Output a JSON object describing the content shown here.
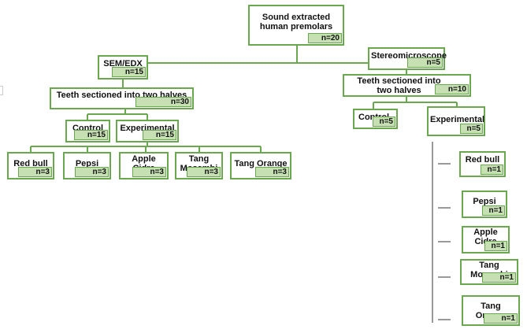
{
  "root": {
    "title": "Sound extracted human premolars",
    "n": "n=20"
  },
  "left": {
    "main": {
      "title": "SEM/EDX",
      "n": "n=15"
    },
    "sectioned": {
      "title": "Teeth sectioned into two halves",
      "n": "n=30"
    },
    "control": {
      "title": "Control",
      "n": "n=15"
    },
    "experimental": {
      "title": "Experimental",
      "n": "n=15"
    },
    "drinks": [
      {
        "title": "Red bull",
        "n": "n=3"
      },
      {
        "title": "Pepsi",
        "n": "n=3"
      },
      {
        "title": "Apple Cidra",
        "n": "n=3"
      },
      {
        "title": "Tang Mosambi",
        "n": "n=3"
      },
      {
        "title": "Tang Orange",
        "n": "n=3"
      }
    ]
  },
  "right": {
    "main": {
      "title": "Stereomicroscope",
      "n": "n=5"
    },
    "sectioned": {
      "title": "Teeth sectioned into two halves",
      "n": "n=10"
    },
    "control": {
      "title": "Control",
      "n": "n=5"
    },
    "experimental": {
      "title": "Experimental",
      "n": "n=5"
    },
    "drinks": [
      {
        "title": "Red bull",
        "n": "n=1"
      },
      {
        "title": "Pepsi",
        "n": "n=1"
      },
      {
        "title": "Apple Cidra",
        "n": "n=1"
      },
      {
        "title": "Tang Mosambi",
        "n": "n=1"
      },
      {
        "title": "Tang Orange",
        "n": "n=1"
      }
    ]
  },
  "colors": {
    "border": "#6aa84f",
    "badge": "#c6e0b4",
    "line": "#6aa84f",
    "bracket": "#333333"
  }
}
